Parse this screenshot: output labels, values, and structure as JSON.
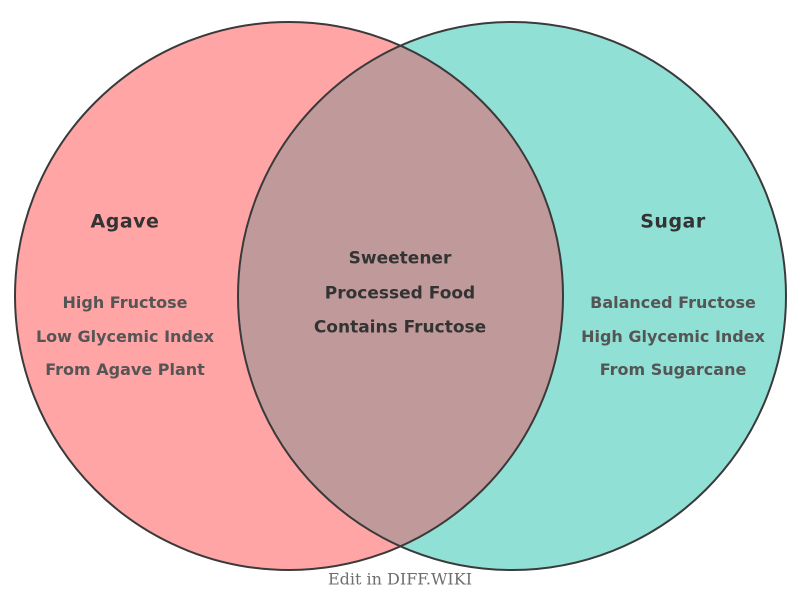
{
  "diagram": {
    "type": "venn2",
    "outline_color": "#3a3a3a",
    "left_set": {
      "title": "Agave",
      "color": "#FFA5A5",
      "items": [
        "High Fructose",
        "Low Glycemic Index",
        "From Agave Plant"
      ]
    },
    "right_set": {
      "title": "Sugar",
      "color": "#91E0D6",
      "items": [
        "Balanced Fructose",
        "High Glycemic Index",
        "From Sugarcane"
      ]
    },
    "intersection": {
      "color": "#C09A9B",
      "items": [
        "Sweetener",
        "Processed Food",
        "Contains Fructose"
      ]
    }
  },
  "footer": {
    "caption": "Edit in DIFF.WIKI"
  }
}
